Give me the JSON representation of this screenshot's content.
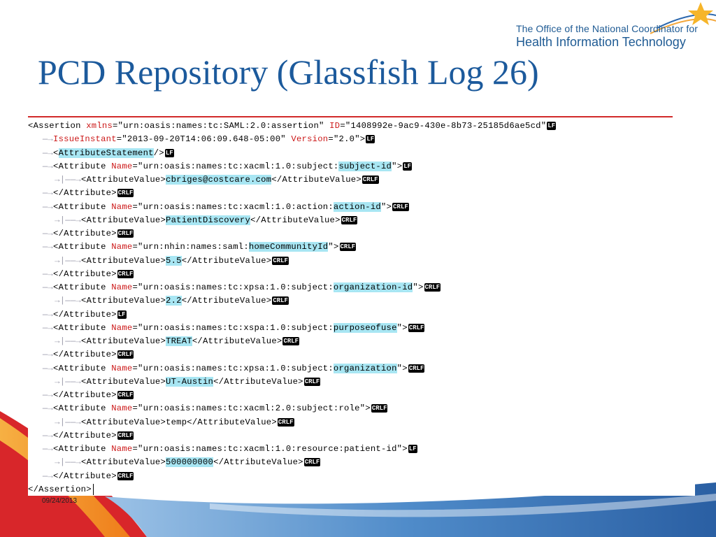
{
  "logo": {
    "line1": "The Office of the National Coordinator for",
    "line2": "Health Information Technology"
  },
  "slide": {
    "title": "PCD Repository (Glassfish Log 26)",
    "date": "09/24/2013"
  },
  "colors": {
    "title": "#1c5a9c",
    "highlight": "#a8e6f3",
    "attribute_name": "#cc1818",
    "swoosh_orange": "#f08a1c",
    "swoosh_red": "#d8262a",
    "swoosh_blue": "#2e6bb0"
  },
  "icons": {
    "star": "star-icon",
    "arrow": "arrow-indent-icon",
    "crlf": "crlf-marker-icon"
  },
  "code": {
    "lines": [
      {
        "indent": 0,
        "segs": [
          [
            "t",
            "<Assertion "
          ],
          [
            "a",
            "xmlns"
          ],
          [
            "t",
            "="
          ],
          [
            "v",
            "\"urn:oasis:names:tc:SAML:2.0:assertion\""
          ],
          [
            "t",
            " "
          ],
          [
            "a",
            "ID"
          ],
          [
            "t",
            "="
          ],
          [
            "v",
            "\"1408992e-9ac9-430e-8b73-25185d6ae5cd\""
          ]
        ],
        "end": "LF"
      },
      {
        "indent": 1,
        "segs": [
          [
            "a",
            "IssueInstant"
          ],
          [
            "t",
            "="
          ],
          [
            "v",
            "\"2013-09-20T14:06:09.648-05:00\""
          ],
          [
            "t",
            " "
          ],
          [
            "a",
            "Version"
          ],
          [
            "t",
            "="
          ],
          [
            "v",
            "\"2.0\""
          ],
          [
            "t",
            ">"
          ]
        ],
        "end": "LF"
      },
      {
        "indent": 1,
        "segs": [
          [
            "t",
            "<"
          ],
          [
            "h",
            "AttributeStatement"
          ],
          [
            "t",
            "/>"
          ]
        ],
        "end": "LF"
      },
      {
        "indent": 1,
        "segs": [
          [
            "t",
            "<Attribute "
          ],
          [
            "a",
            "Name"
          ],
          [
            "t",
            "="
          ],
          [
            "v",
            "\"urn:oasis:names:tc:xacml:1.0:subject:"
          ],
          [
            "h",
            "subject-id"
          ],
          [
            "v",
            "\""
          ],
          [
            "t",
            ">"
          ]
        ],
        "end": "LF"
      },
      {
        "indent": 2,
        "segs": [
          [
            "t",
            "<AttributeValue>"
          ],
          [
            "h",
            "cbriges@costcare.com"
          ],
          [
            "t",
            "</AttributeValue>"
          ]
        ],
        "end": "CRLF"
      },
      {
        "indent": 1,
        "segs": [
          [
            "t",
            "</Attribute>"
          ]
        ],
        "end": "CRLF"
      },
      {
        "indent": 1,
        "segs": [
          [
            "t",
            "<Attribute "
          ],
          [
            "a",
            "Name"
          ],
          [
            "t",
            "="
          ],
          [
            "v",
            "\"urn:oasis:names:tc:xacml:1.0:action:"
          ],
          [
            "h",
            "action-id"
          ],
          [
            "v",
            "\""
          ],
          [
            "t",
            ">"
          ]
        ],
        "end": "CRLF"
      },
      {
        "indent": 2,
        "segs": [
          [
            "t",
            "<AttributeValue>"
          ],
          [
            "h",
            "PatientDiscovery"
          ],
          [
            "t",
            "</AttributeValue>"
          ]
        ],
        "end": "CRLF"
      },
      {
        "indent": 1,
        "segs": [
          [
            "t",
            "</Attribute>"
          ]
        ],
        "end": "CRLF"
      },
      {
        "indent": 1,
        "segs": [
          [
            "t",
            "<Attribute "
          ],
          [
            "a",
            "Name"
          ],
          [
            "t",
            "="
          ],
          [
            "v",
            "\"urn:nhin:names:saml:"
          ],
          [
            "h",
            "homeCommunityId"
          ],
          [
            "v",
            "\""
          ],
          [
            "t",
            ">"
          ]
        ],
        "end": "CRLF"
      },
      {
        "indent": 2,
        "segs": [
          [
            "t",
            "<AttributeValue>"
          ],
          [
            "h",
            "5.5"
          ],
          [
            "t",
            "</AttributeValue>"
          ]
        ],
        "end": "CRLF"
      },
      {
        "indent": 1,
        "segs": [
          [
            "t",
            "</Attribute>"
          ]
        ],
        "end": "CRLF"
      },
      {
        "indent": 1,
        "segs": [
          [
            "t",
            "<Attribute "
          ],
          [
            "a",
            "Name"
          ],
          [
            "t",
            "="
          ],
          [
            "v",
            "\"urn:oasis:names:tc:xpsa:1.0:subject:"
          ],
          [
            "h",
            "organization-id"
          ],
          [
            "v",
            "\""
          ],
          [
            "t",
            ">"
          ]
        ],
        "end": "CRLF"
      },
      {
        "indent": 2,
        "segs": [
          [
            "t",
            "<AttributeValue>"
          ],
          [
            "h",
            "2.2"
          ],
          [
            "t",
            "</AttributeValue>"
          ]
        ],
        "end": "CRLF"
      },
      {
        "indent": 1,
        "segs": [
          [
            "t",
            "</Attribute>"
          ]
        ],
        "end": "LF"
      },
      {
        "indent": 1,
        "segs": [
          [
            "t",
            "<Attribute "
          ],
          [
            "a",
            "Name"
          ],
          [
            "t",
            "="
          ],
          [
            "v",
            "\"urn:oasis:names:tc:xspa:1.0:subject:"
          ],
          [
            "h",
            "purposeofuse"
          ],
          [
            "v",
            "\""
          ],
          [
            "t",
            ">"
          ]
        ],
        "end": "CRLF"
      },
      {
        "indent": 2,
        "segs": [
          [
            "t",
            "<AttributeValue>"
          ],
          [
            "h",
            "TREAT"
          ],
          [
            "t",
            "</AttributeValue>"
          ]
        ],
        "end": "CRLF"
      },
      {
        "indent": 1,
        "segs": [
          [
            "t",
            "</Attribute>"
          ]
        ],
        "end": "CRLF"
      },
      {
        "indent": 1,
        "segs": [
          [
            "t",
            "<Attribute "
          ],
          [
            "a",
            "Name"
          ],
          [
            "t",
            "="
          ],
          [
            "v",
            "\"urn:oasis:names:tc:xpsa:1.0:subject:"
          ],
          [
            "h",
            "organization"
          ],
          [
            "v",
            "\""
          ],
          [
            "t",
            ">"
          ]
        ],
        "end": "CRLF"
      },
      {
        "indent": 2,
        "segs": [
          [
            "t",
            "<AttributeValue>"
          ],
          [
            "h",
            "UT-Austin"
          ],
          [
            "t",
            "</AttributeValue>"
          ]
        ],
        "end": "CRLF"
      },
      {
        "indent": 1,
        "segs": [
          [
            "t",
            "</Attribute>"
          ]
        ],
        "end": "CRLF"
      },
      {
        "indent": 1,
        "segs": [
          [
            "t",
            "<Attribute "
          ],
          [
            "a",
            "Name"
          ],
          [
            "t",
            "="
          ],
          [
            "v",
            "\"urn:oasis:names:tc:xacml:2.0:subject:role\""
          ],
          [
            "t",
            ">"
          ]
        ],
        "end": "CRLF"
      },
      {
        "indent": 2,
        "segs": [
          [
            "t",
            "<AttributeValue>"
          ],
          [
            "x",
            "temp"
          ],
          [
            "t",
            "</AttributeValue>"
          ]
        ],
        "end": "CRLF"
      },
      {
        "indent": 1,
        "segs": [
          [
            "t",
            "</Attribute>"
          ]
        ],
        "end": "CRLF"
      },
      {
        "indent": 1,
        "segs": [
          [
            "t",
            "<Attribute "
          ],
          [
            "a",
            "Name"
          ],
          [
            "t",
            "="
          ],
          [
            "v",
            "\"urn:oasis:names:tc:xacml:1.0:resource:patient-id\""
          ],
          [
            "t",
            ">"
          ]
        ],
        "end": "LF"
      },
      {
        "indent": 2,
        "segs": [
          [
            "t",
            "<AttributeValue>"
          ],
          [
            "h",
            "500000000"
          ],
          [
            "t",
            "</AttributeValue>"
          ]
        ],
        "end": "CRLF"
      },
      {
        "indent": 1,
        "segs": [
          [
            "t",
            "</Attribute>"
          ]
        ],
        "end": "CRLF"
      },
      {
        "indent": 0,
        "segs": [
          [
            "t",
            "</Assertion>"
          ]
        ],
        "end": "CARET"
      }
    ]
  }
}
